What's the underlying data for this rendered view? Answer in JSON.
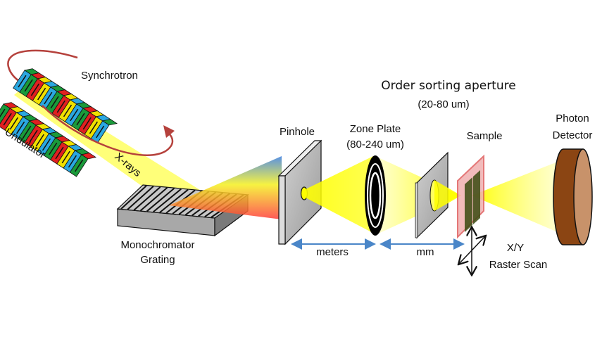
{
  "labels": {
    "synchrotron": "Synchrotron",
    "undulator": "Undulator",
    "xrays": "X-rays",
    "grating_line1": "Monochromator",
    "grating_line2": "Grating",
    "pinhole": "Pinhole",
    "zone_plate": "Zone Plate",
    "zone_plate_size": "(80-240 um)",
    "osa": "Order sorting aperture",
    "osa_size": "(20-80 um)",
    "sample": "Sample",
    "detector_line1": "Photon",
    "detector_line2": "Detector",
    "distance_meters": "meters",
    "distance_mm": "mm",
    "raster_line1": "X/Y",
    "raster_line2": "Raster Scan"
  },
  "colors": {
    "beam": "#ffff00",
    "orbit": "#b5413c",
    "distance_arrow": "#4a86c8",
    "detector_body": "#8b4513",
    "detector_face": "#c8926a",
    "sample_frame": "#e88080"
  },
  "magnet_colors": [
    "#2aa7e0",
    "#1a9a3a",
    "#e02020",
    "#f0e000"
  ]
}
